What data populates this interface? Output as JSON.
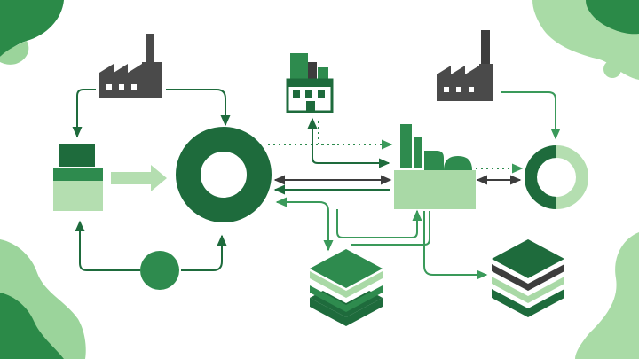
{
  "palette": {
    "dark_green": "#1e6b3c",
    "mid_green": "#2e8b4e",
    "light_green": "#a9d9a6",
    "pale_green": "#c8e8c4",
    "charcoal": "#4a4a4a",
    "blob_light": "#9bd49b",
    "blob_dark": "#2b8a48",
    "background": "#ffffff"
  },
  "nodes": [
    {
      "id": "factory-left",
      "kind": "factory-icon"
    },
    {
      "id": "stacked-block-left",
      "kind": "two-tone-block"
    },
    {
      "id": "ring-main",
      "kind": "ring"
    },
    {
      "id": "solid-circle",
      "kind": "circle"
    },
    {
      "id": "plant-building-top",
      "kind": "building-icon"
    },
    {
      "id": "industrial-plant-center",
      "kind": "plant-icon"
    },
    {
      "id": "factory-right",
      "kind": "factory-icon"
    },
    {
      "id": "ring-partial-right",
      "kind": "two-tone-ring"
    },
    {
      "id": "layered-stack-center",
      "kind": "layer-stack"
    },
    {
      "id": "layered-stack-right",
      "kind": "layer-stack"
    }
  ],
  "connections": [
    {
      "from": "factory-left",
      "to": "stacked-block-left",
      "style": "solid"
    },
    {
      "from": "factory-left",
      "to": "ring-main",
      "style": "solid"
    },
    {
      "from": "stacked-block-left",
      "to": "ring-main",
      "style": "wide-arrow"
    },
    {
      "from": "solid-circle",
      "to": "stacked-block-left",
      "style": "solid"
    },
    {
      "from": "solid-circle",
      "to": "ring-main",
      "style": "solid"
    },
    {
      "from": "ring-main",
      "to": "industrial-plant-center",
      "style": "dotted"
    },
    {
      "from": "ring-main",
      "to": "industrial-plant-center",
      "style": "bidirectional"
    },
    {
      "from": "plant-building-top",
      "to": "industrial-plant-center",
      "style": "dotted"
    },
    {
      "from": "plant-building-top",
      "to": "industrial-plant-center",
      "style": "solid"
    },
    {
      "from": "industrial-plant-center",
      "to": "ring-main",
      "style": "solid"
    },
    {
      "from": "ring-main",
      "to": "layered-stack-center",
      "style": "solid"
    },
    {
      "from": "industrial-plant-center",
      "to": "layered-stack-right",
      "style": "solid"
    },
    {
      "from": "factory-right",
      "to": "ring-partial-right",
      "style": "solid"
    },
    {
      "from": "industrial-plant-center",
      "to": "ring-partial-right",
      "style": "dotted"
    },
    {
      "from": "industrial-plant-center",
      "to": "ring-partial-right",
      "style": "bidirectional"
    }
  ]
}
